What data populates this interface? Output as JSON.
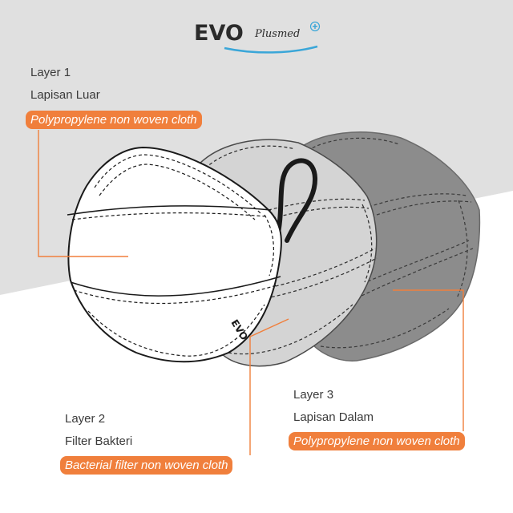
{
  "brand": {
    "logo_text": "EVO",
    "logo_subtext": "Plusmed"
  },
  "colors": {
    "accent": "#f07f3c",
    "background_band": "#e0e0e0",
    "layer1_fill": "#ffffff",
    "layer2_fill": "#d4d4d4",
    "layer3_fill": "#8c8c8c",
    "logo_swoosh": "#3aa6d8"
  },
  "layers": [
    {
      "title": "Layer 1",
      "name": "Lapisan Luar",
      "material": "Polypropylene non woven cloth"
    },
    {
      "title": "Layer 2",
      "name": "Filter Bakteri",
      "material": "Bacterial filter non woven cloth"
    },
    {
      "title": "Layer 3",
      "name": "Lapisan Dalam",
      "material": "Polypropylene non woven cloth"
    }
  ],
  "mask_print": "EVO"
}
